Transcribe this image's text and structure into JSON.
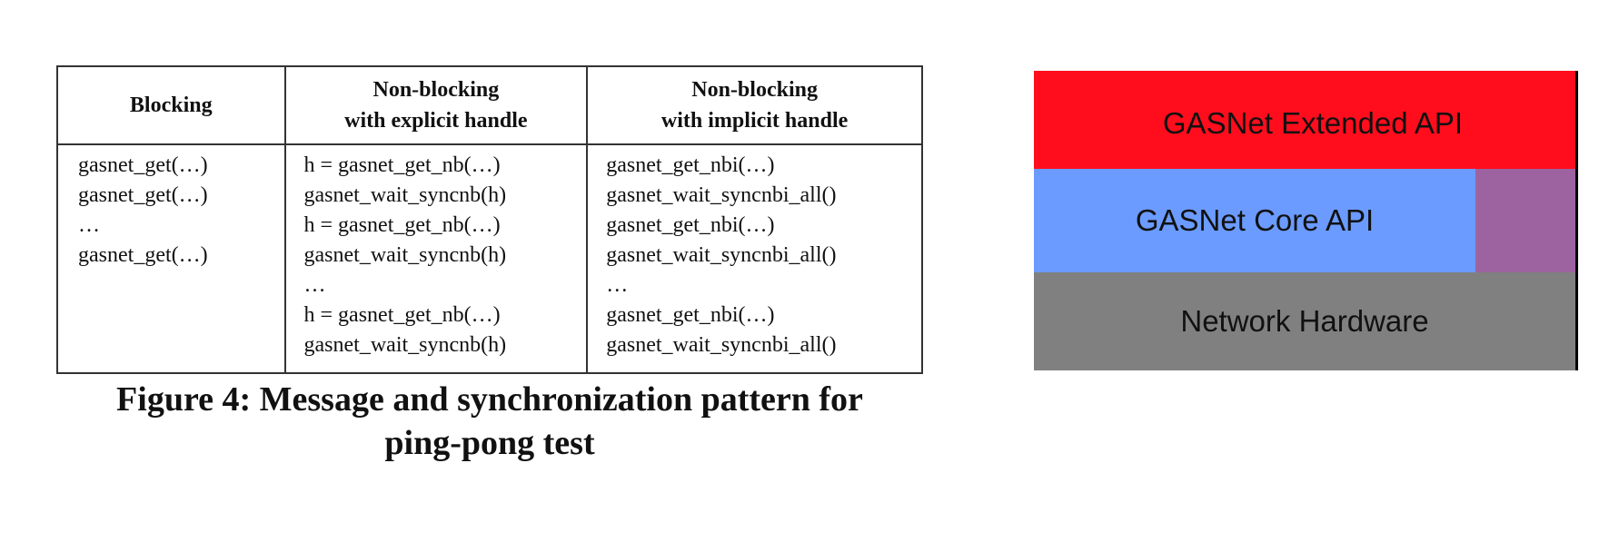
{
  "table": {
    "headers": [
      [
        "Blocking"
      ],
      [
        "Non-blocking",
        "with explicit handle"
      ],
      [
        "Non-blocking",
        "with implicit handle"
      ]
    ],
    "columns": [
      [
        "gasnet_get(…)",
        "gasnet_get(…)",
        "…",
        "gasnet_get(…)"
      ],
      [
        "h = gasnet_get_nb(…)",
        "gasnet_wait_syncnb(h)",
        "h = gasnet_get_nb(…)",
        "gasnet_wait_syncnb(h)",
        "…",
        "h = gasnet_get_nb(…)",
        "gasnet_wait_syncnb(h)"
      ],
      [
        "gasnet_get_nbi(…)",
        "gasnet_wait_syncnbi_all()",
        "gasnet_get_nbi(…)",
        "gasnet_wait_syncnbi_all()",
        "…",
        "gasnet_get_nbi(…)",
        "gasnet_wait_syncnbi_all()"
      ]
    ]
  },
  "caption": {
    "line1": "Figure 4: Message and synchronization pattern for",
    "line2": "ping-pong test"
  },
  "diagram": {
    "layers": {
      "extended": "GASNet Extended API",
      "core": "GASNet Core API",
      "hardware": "Network Hardware"
    },
    "colors": {
      "extended": "#ff0d1c",
      "core": "#6b9bff",
      "core_side": "#9c63a0",
      "hardware": "#808080"
    }
  }
}
